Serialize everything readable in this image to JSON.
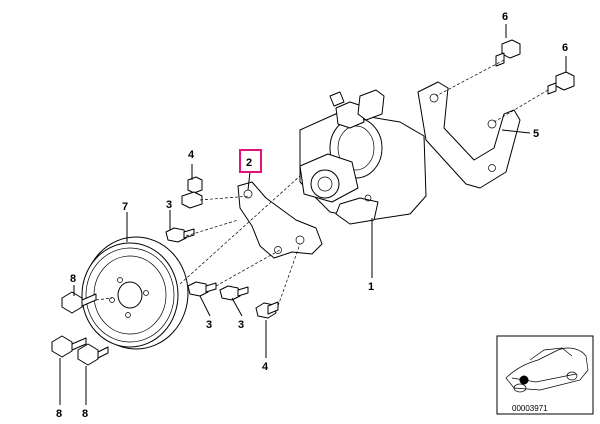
{
  "callouts": {
    "c1": "1",
    "c2": "2",
    "c3a": "3",
    "c3b": "3",
    "c3c": "3",
    "c4a": "4",
    "c4b": "4",
    "c5": "5",
    "c6a": "6",
    "c6b": "6",
    "c7": "7",
    "c8a": "8",
    "c8b": "8",
    "c8c": "8"
  },
  "inset": {
    "part_number": "00003971"
  },
  "colors": {
    "highlight": "#e0137a",
    "line": "#000000",
    "background": "#ffffff"
  }
}
